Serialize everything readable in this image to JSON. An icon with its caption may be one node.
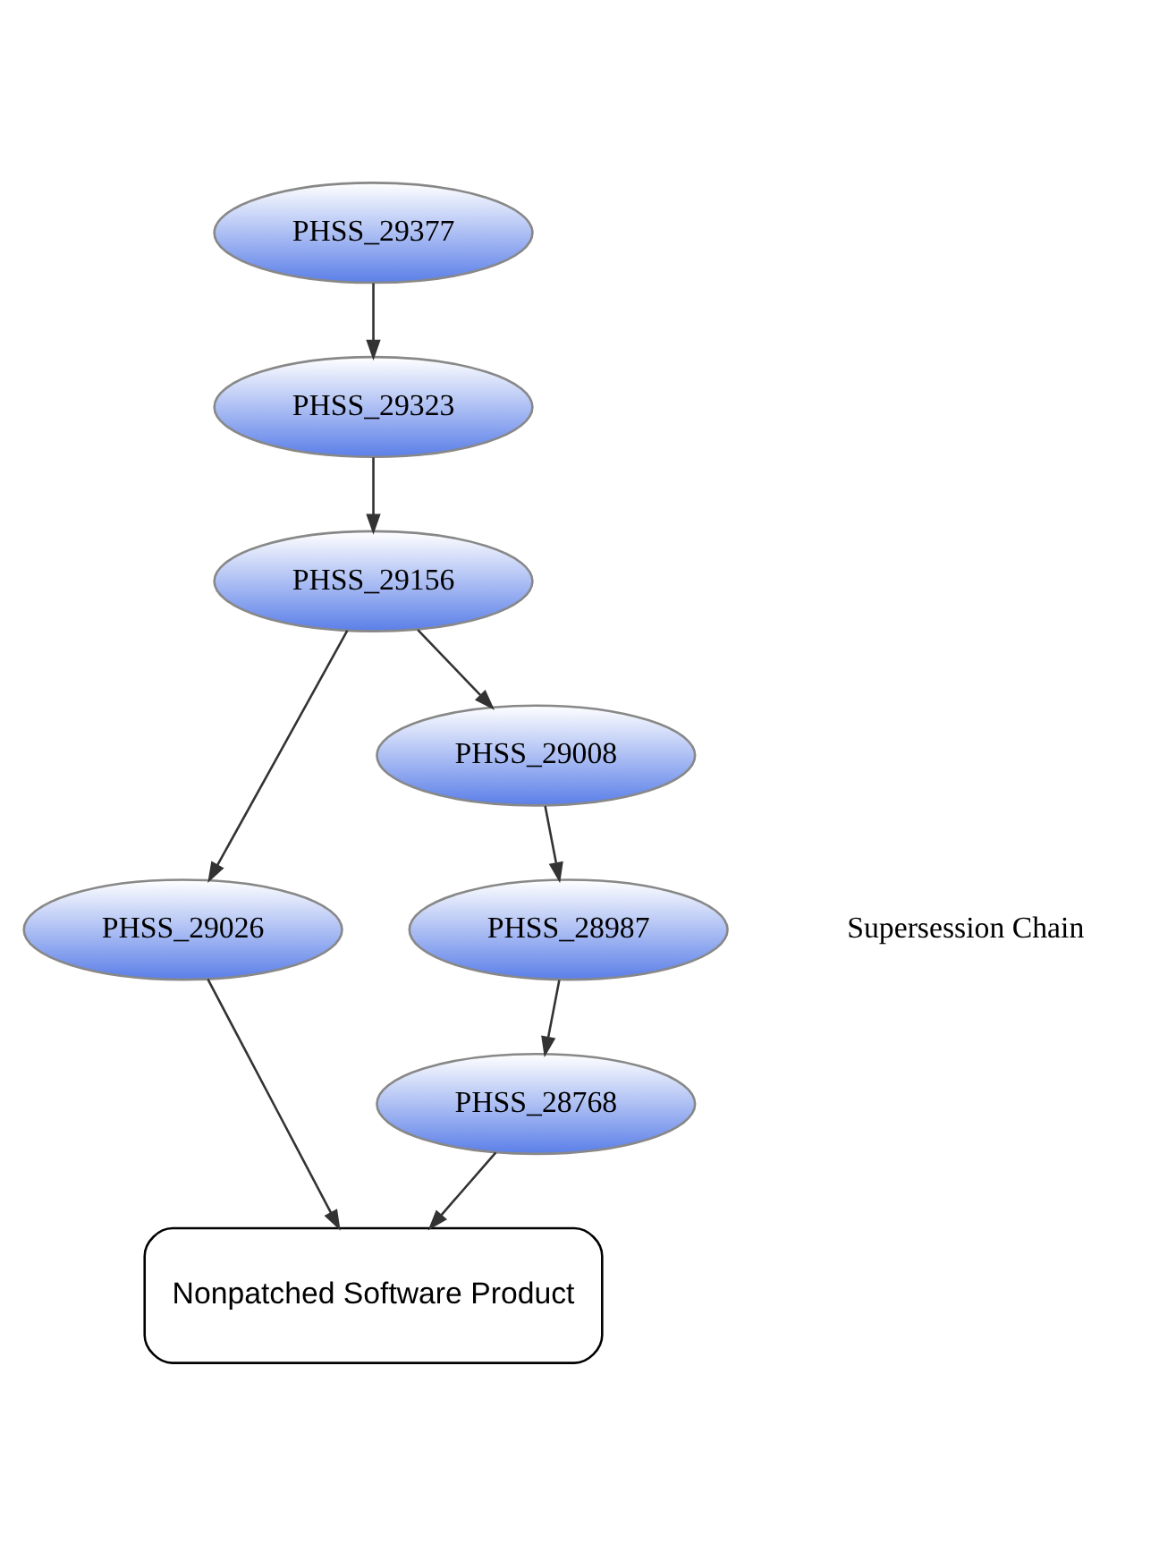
{
  "diagram": {
    "nodes": [
      {
        "text": [
          "PHSS_29377"
        ]
      },
      {
        "text": [
          "PHSS_29323"
        ]
      },
      {
        "text": [
          "PHSS_29156"
        ]
      },
      {
        "text": [
          "PHSS_29026"
        ]
      },
      {
        "text": [
          "PHSS_29008"
        ]
      },
      {
        "text": [
          "PHSS_28987"
        ]
      },
      {
        "text": [
          "PHSS_28768"
        ]
      },
      {
        "text": [
          "Nonpatched Software Product"
        ]
      }
    ],
    "edges": [
      {
        "from": 0,
        "to": 1,
        "arrow": "to"
      },
      {
        "from": 1,
        "to": 2,
        "arrow": "to"
      },
      {
        "from": 2,
        "to": 3,
        "arrow": "to"
      },
      {
        "from": 2,
        "to": 4,
        "arrow": "to"
      },
      {
        "from": 4,
        "to": 5,
        "arrow": "to"
      },
      {
        "from": 5,
        "to": 6,
        "arrow": "to"
      },
      {
        "from": 6,
        "to": 7,
        "arrow": "to"
      },
      {
        "from": 3,
        "to": 7,
        "arrow": "to"
      }
    ],
    "labels": [
      "Supersession Chain"
    ]
  }
}
